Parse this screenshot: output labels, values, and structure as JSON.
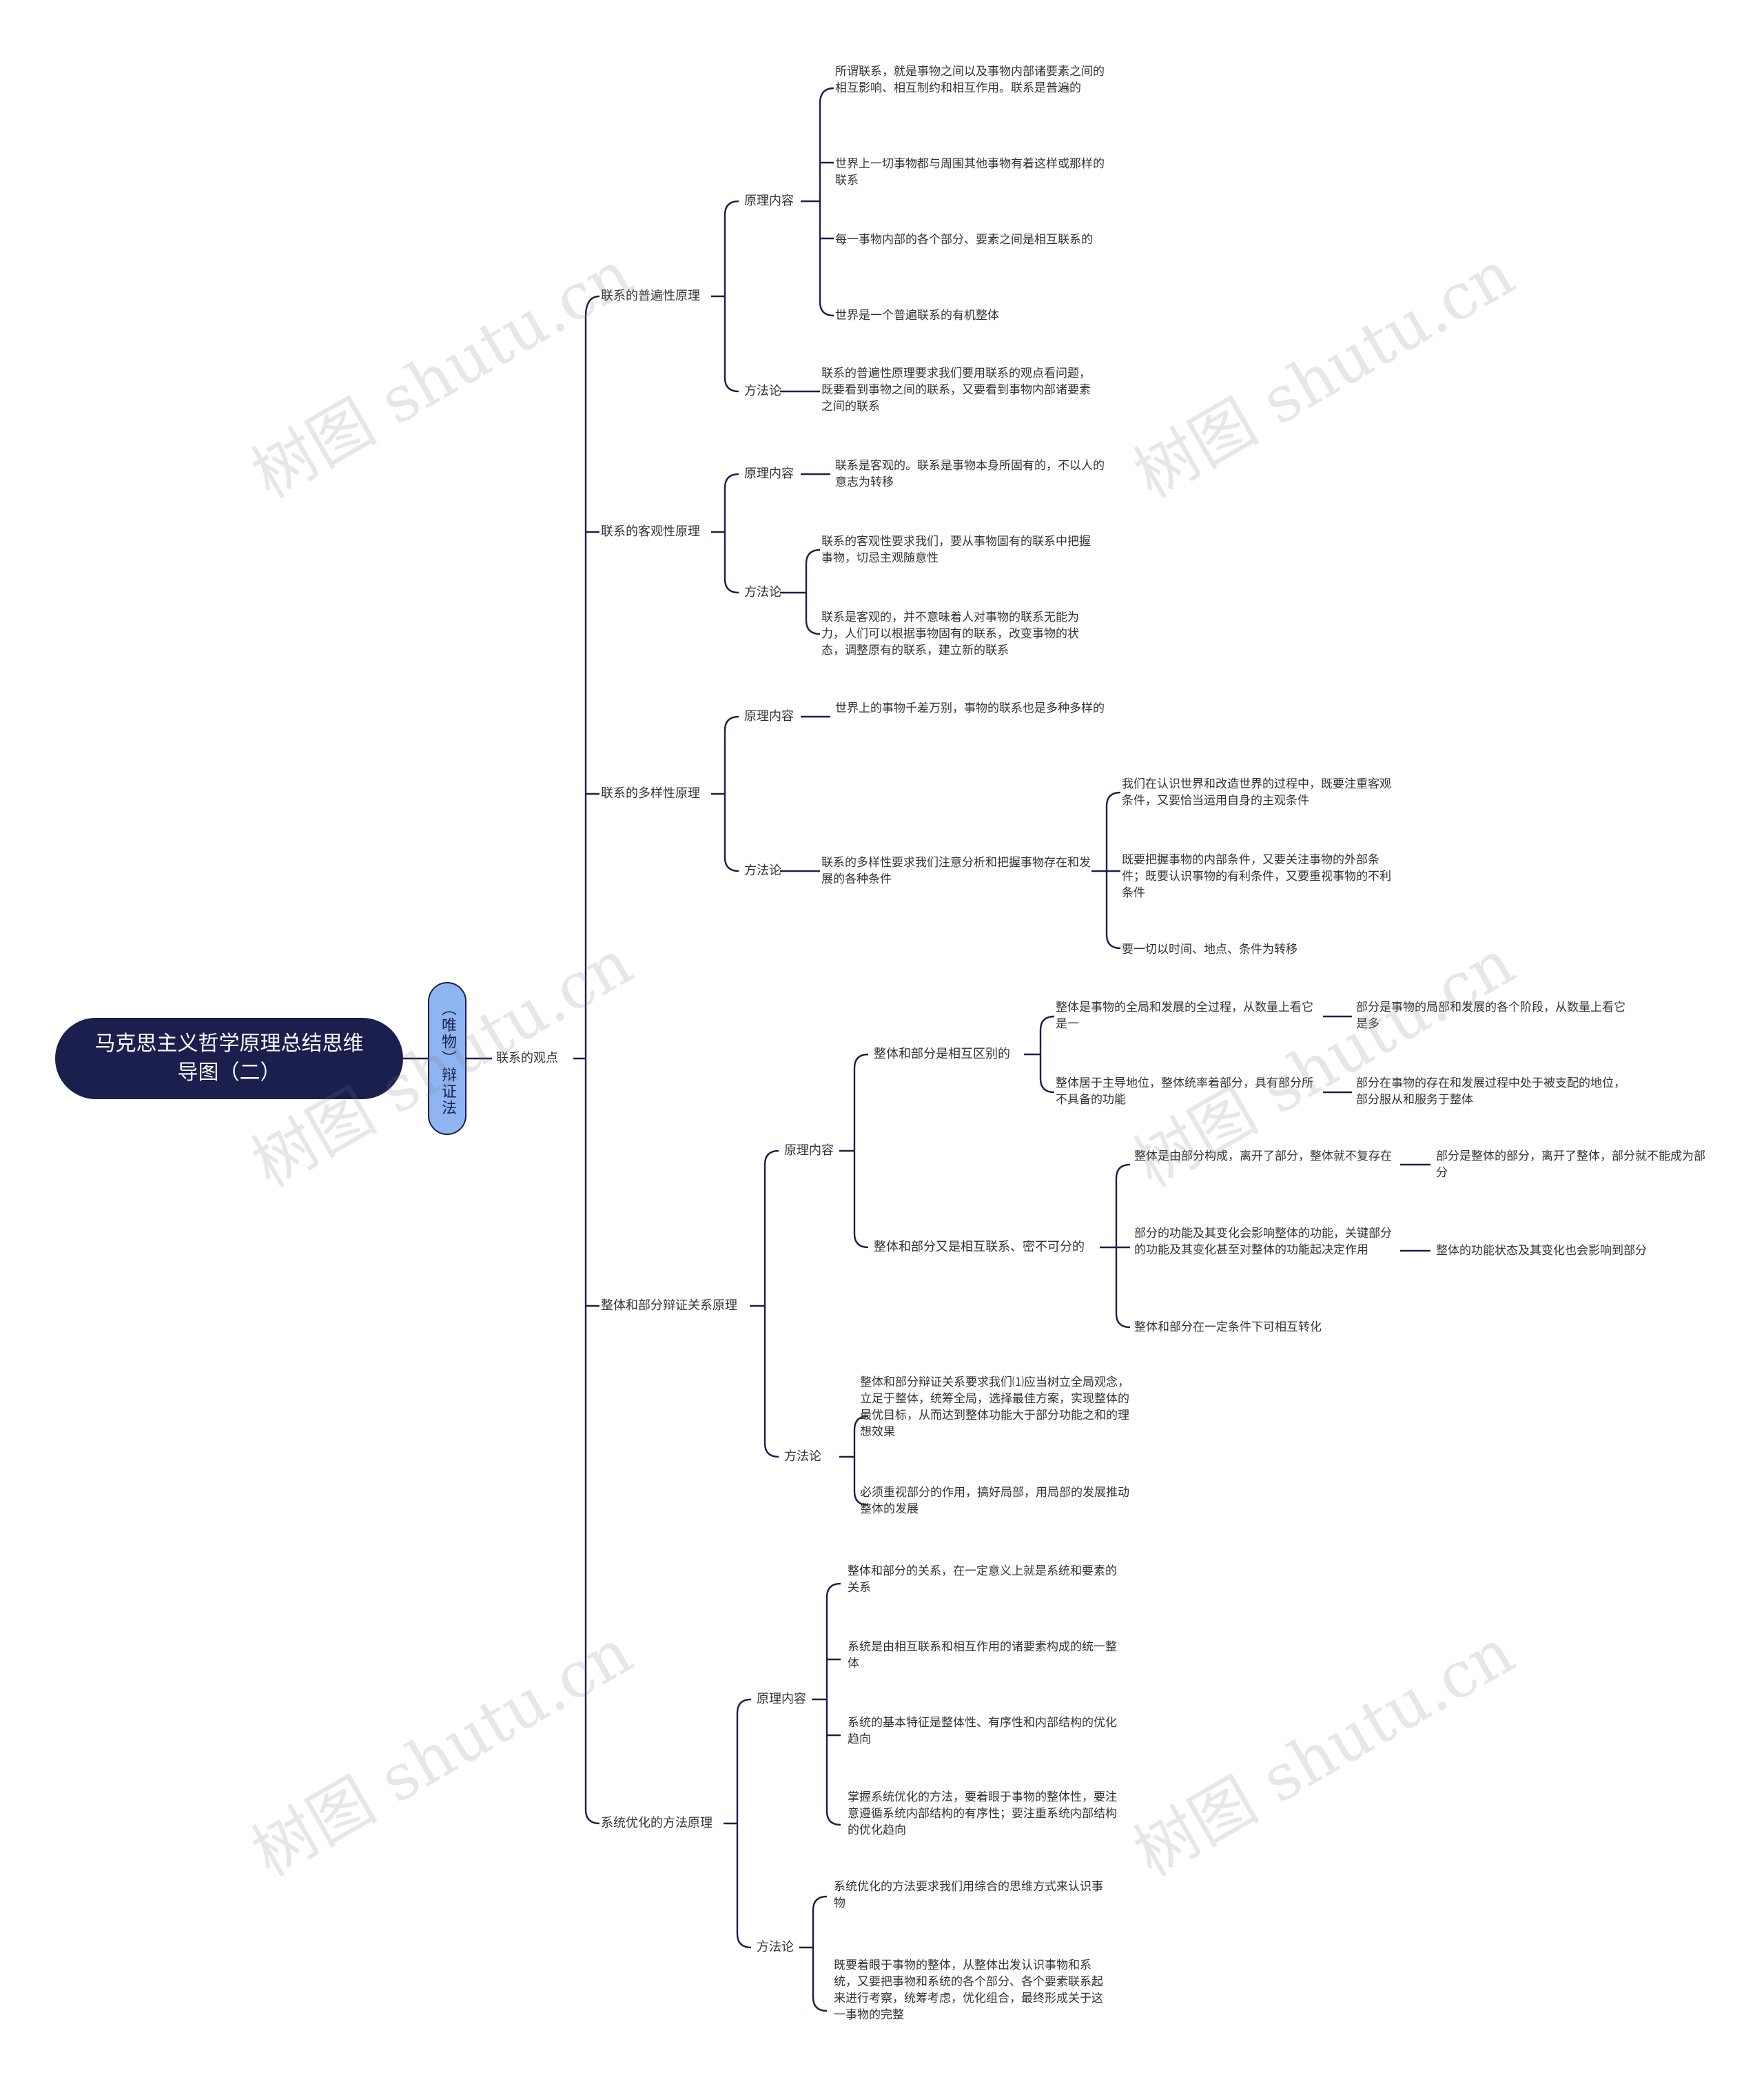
{
  "title": "马克思主义哲学原理总结思维导图（二）",
  "branch": "（唯物）辩证法",
  "main": "联系的观点",
  "sections": {
    "s1": {
      "title": "联系的普遍性原理",
      "content_label": "原理内容",
      "method_label": "方法论",
      "c1": "所谓联系，就是事物之间以及事物内部诸要素之间的相互影响、相互制约和相互作用。联系是普遍的",
      "c2": "世界上一切事物都与周围其他事物有着这样或那样的联系",
      "c3": "每一事物内部的各个部分、要素之间是相互联系的",
      "c4": "世界是一个普遍联系的有机整体",
      "m1": "联系的普遍性原理要求我们要用联系的观点看问题，既要看到事物之间的联系，又要看到事物内部诸要素之间的联系"
    },
    "s2": {
      "title": "联系的客观性原理",
      "content_label": "原理内容",
      "method_label": "方法论",
      "c1": "联系是客观的。联系是事物本身所固有的，不以人的意志为转移",
      "m1": "联系的客观性要求我们，要从事物固有的联系中把握事物，切忌主观随意性",
      "m2": "联系是客观的，并不意味着人对事物的联系无能为力，人们可以根据事物固有的联系，改变事物的状态，调整原有的联系，建立新的联系"
    },
    "s3": {
      "title": "联系的多样性原理",
      "content_label": "原理内容",
      "method_label": "方法论",
      "c1": "世界上的事物千差万别，事物的联系也是多种多样的",
      "m1": "联系的多样性要求我们注意分析和把握事物存在和发展的各种条件",
      "m1a": "我们在认识世界和改造世界的过程中，既要注重客观条件，又要恰当运用自身的主观条件",
      "m1b": "既要把握事物的内部条件，又要关注事物的外部条件；既要认识事物的有利条件，又要重视事物的不利条件",
      "m1c": "要一切以时间、地点、条件为转移"
    },
    "s4": {
      "title": "整体和部分辩证关系原理",
      "content_label": "原理内容",
      "method_label": "方法论",
      "d_label": "整体和部分是相互区别的",
      "d1": "整体是事物的全局和发展的全过程，从数量上看它是一",
      "d1x": "部分是事物的局部和发展的各个阶段，从数量上看它是多",
      "d2": "整体居于主导地位，整体统率着部分，具有部分所不具备的功能",
      "d2x": "部分在事物的存在和发展过程中处于被支配的地位，部分服从和服务于整体",
      "l_label": "整体和部分又是相互联系、密不可分的",
      "l1": "整体是由部分构成，离开了部分，整体就不复存在",
      "l1x": "部分是整体的部分，离开了整体，部分就不能成为部分",
      "l2": "部分的功能及其变化会影响整体的功能，关键部分的功能及其变化甚至对整体的功能起决定作用",
      "l2x": "整体的功能状态及其变化也会影响到部分",
      "l3": "整体和部分在一定条件下可相互转化",
      "m1": "整体和部分辩证关系要求我们⑴应当树立全局观念，立足于整体，统筹全局，选择最佳方案，实现整体的最优目标，从而达到整体功能大于部分功能之和的理想效果",
      "m2": "必须重视部分的作用，搞好局部，用局部的发展推动整体的发展"
    },
    "s5": {
      "title": "系统优化的方法原理",
      "content_label": "原理内容",
      "method_label": "方法论",
      "c1": "整体和部分的关系，在一定意义上就是系统和要素的关系",
      "c2": "系统是由相互联系和相互作用的诸要素构成的统一整体",
      "c3": "系统的基本特征是整体性、有序性和内部结构的优化趋向",
      "c4": "掌握系统优化的方法，要着眼于事物的整体性，要注意遵循系统内部结构的有序性；要注重系统内部结构的优化趋向",
      "m1": "系统优化的方法要求我们用综合的思维方式来认识事物",
      "m2": "既要着眼于事物的整体，从整体出发认识事物和系统，又要把事物和系统的各个部分、各个要素联系起来进行考察，统筹考虑，优化组合，最终形成关于这一事物的完整"
    }
  },
  "watermark": "树图 shutu.cn",
  "colors": {
    "line": "#1b1f4d",
    "root_bg": "#1b1f4d",
    "branch_bg": "#8fb4f2",
    "text": "#333333"
  }
}
